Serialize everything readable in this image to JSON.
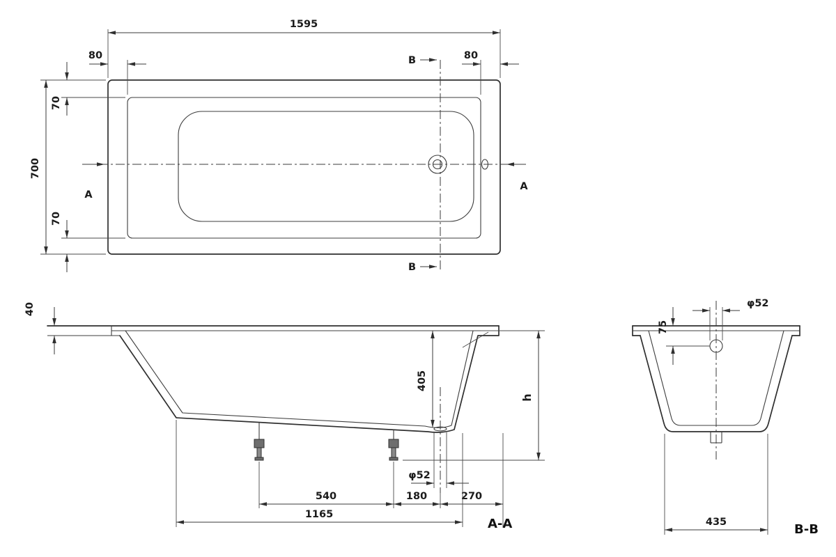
{
  "drawing": {
    "type": "bathtub technical drawing",
    "colors": {
      "line": "#2f2f2f",
      "dimension": "#3a3a3a",
      "background": "#ffffff"
    }
  },
  "views": {
    "top": {
      "labels": {
        "section_b_top": "B",
        "section_b_bottom": "B",
        "section_a_left": "A",
        "section_a_right": "A"
      },
      "dims": {
        "length": "1595",
        "offset_left": "80",
        "offset_right": "80",
        "rim_top": "70",
        "width": "700",
        "rim_bottom": "70"
      }
    },
    "side": {
      "label": "A-A",
      "dims": {
        "rim_height": "40",
        "depth": "405",
        "height": "h",
        "drain_dia": "φ52",
        "feet_spacing": "540",
        "foot_to_drain": "180",
        "drain_to_end": "270",
        "base_length": "1165"
      }
    },
    "end": {
      "label": "B-B",
      "dims": {
        "drain_depth": "75",
        "drain_dia": "φ52",
        "base_width": "435"
      }
    }
  }
}
